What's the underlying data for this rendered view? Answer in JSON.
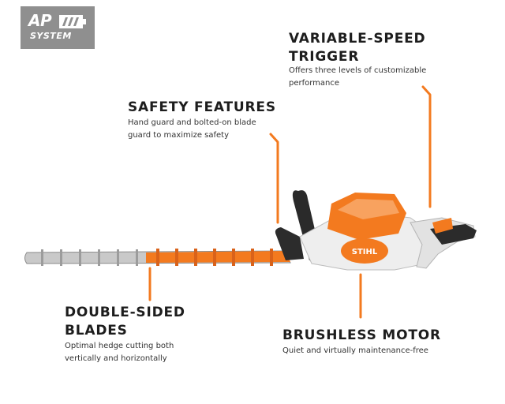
{
  "logo": {
    "brand_text": "AP",
    "subtitle": "SYSTEM",
    "background_color": "#8f8f8f"
  },
  "features": {
    "variable_speed_trigger": {
      "title_line1": "VARIABLE-SPEED",
      "title_line2": "TRIGGER",
      "desc_line1": "Offers three levels of customizable",
      "desc_line2": "performance"
    },
    "safety_features": {
      "title": "SAFETY FEATURES",
      "desc_line1": "Hand guard and bolted-on blade",
      "desc_line2": "guard to maximize safety"
    },
    "double_sided_blades": {
      "title_line1": "DOUBLE-SIDED",
      "title_line2": "BLADES",
      "desc_line1": "Optimal hedge cutting both",
      "desc_line2": "vertically and horizontally"
    },
    "brushless_motor": {
      "title": "BRUSHLESS MOTOR",
      "desc_line1": "Quiet and virtually maintenance-free"
    }
  },
  "product": {
    "brand_badge": "STIHL",
    "icon": "hedge-trimmer-image"
  },
  "colors": {
    "accent": "#f37a1f",
    "title_text": "#1d1d1d",
    "body_text": "#333333"
  }
}
